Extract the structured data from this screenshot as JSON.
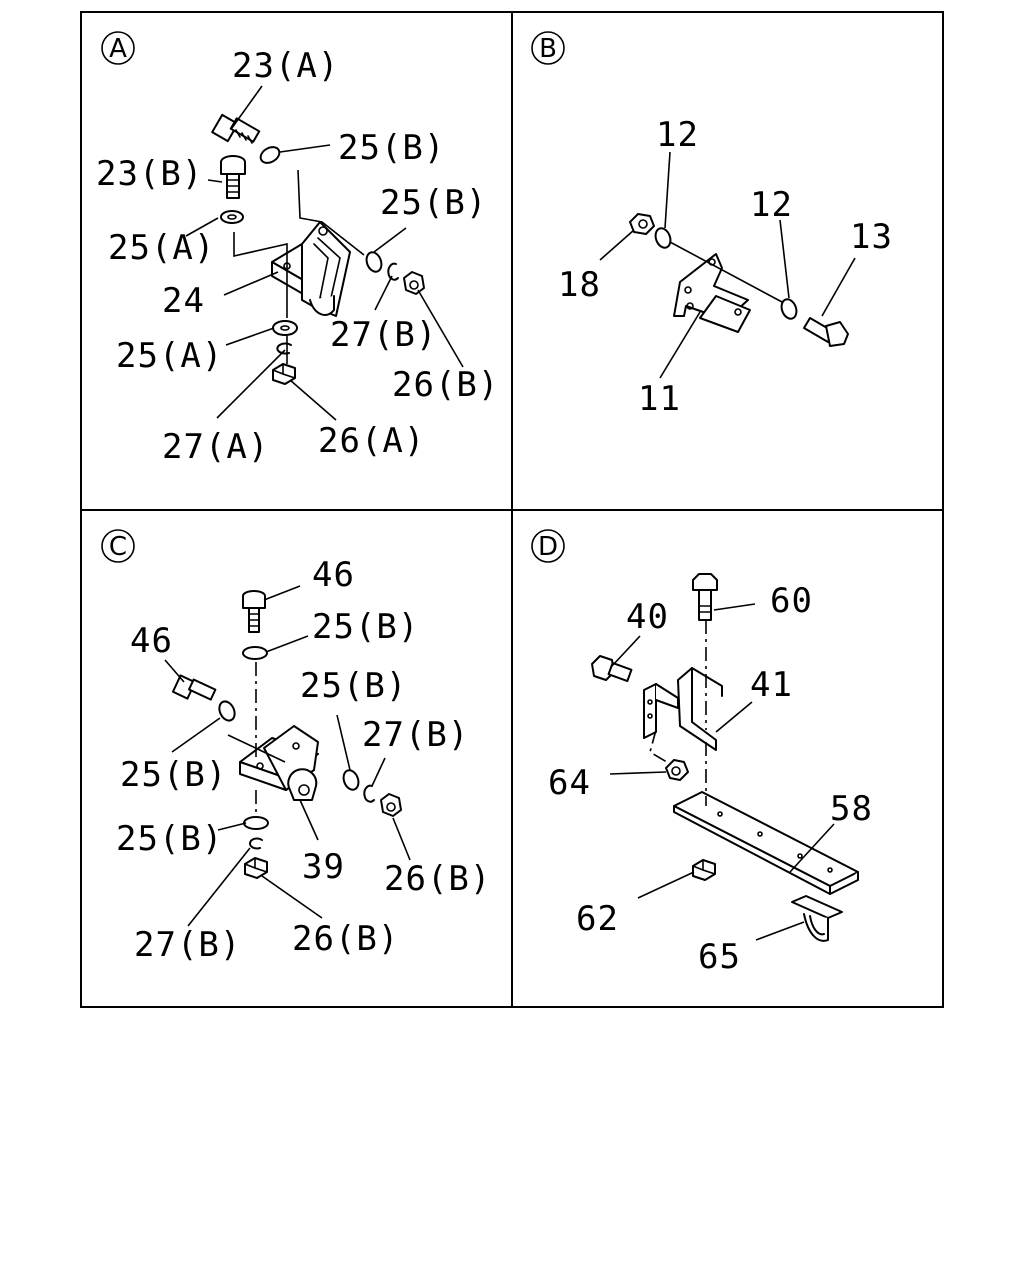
{
  "panels": [
    {
      "id": "A",
      "labels": [
        "23(A)",
        "25(B)",
        "23(B)",
        "25(B)",
        "25(A)",
        "24",
        "25(A)",
        "27(B)",
        "26(B)",
        "27(A)",
        "26(A)"
      ]
    },
    {
      "id": "B",
      "labels": [
        "12",
        "12",
        "13",
        "18",
        "11"
      ]
    },
    {
      "id": "C",
      "labels": [
        "46",
        "25(B)",
        "46",
        "25(B)",
        "27(B)",
        "25(B)",
        "25(B)",
        "39",
        "26(B)",
        "27(B)",
        "26(B)"
      ]
    },
    {
      "id": "D",
      "labels": [
        "60",
        "40",
        "41",
        "64",
        "58",
        "62",
        "65"
      ]
    }
  ]
}
